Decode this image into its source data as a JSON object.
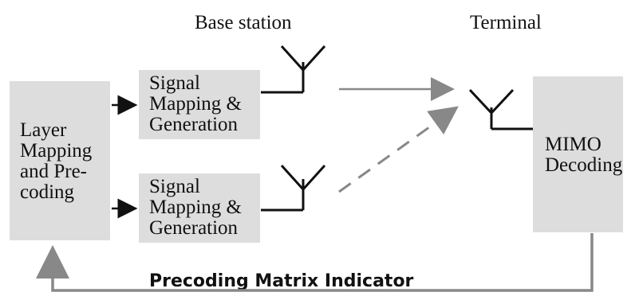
{
  "labels": {
    "base_station": "Base station",
    "terminal": "Terminal",
    "feedback": "Precoding Matrix Indicator"
  },
  "blocks": {
    "layer_mapping": "Layer\nMapping\nand Pre-\ncoding",
    "signal_top": "Signal\nMapping &\nGeneration",
    "signal_bottom": "Signal\nMapping &\nGeneration",
    "mimo": "MIMO\nDecoding"
  },
  "colors": {
    "block_fill": "#dddddd",
    "line": "#111111",
    "arrow_gray": "#888888"
  }
}
